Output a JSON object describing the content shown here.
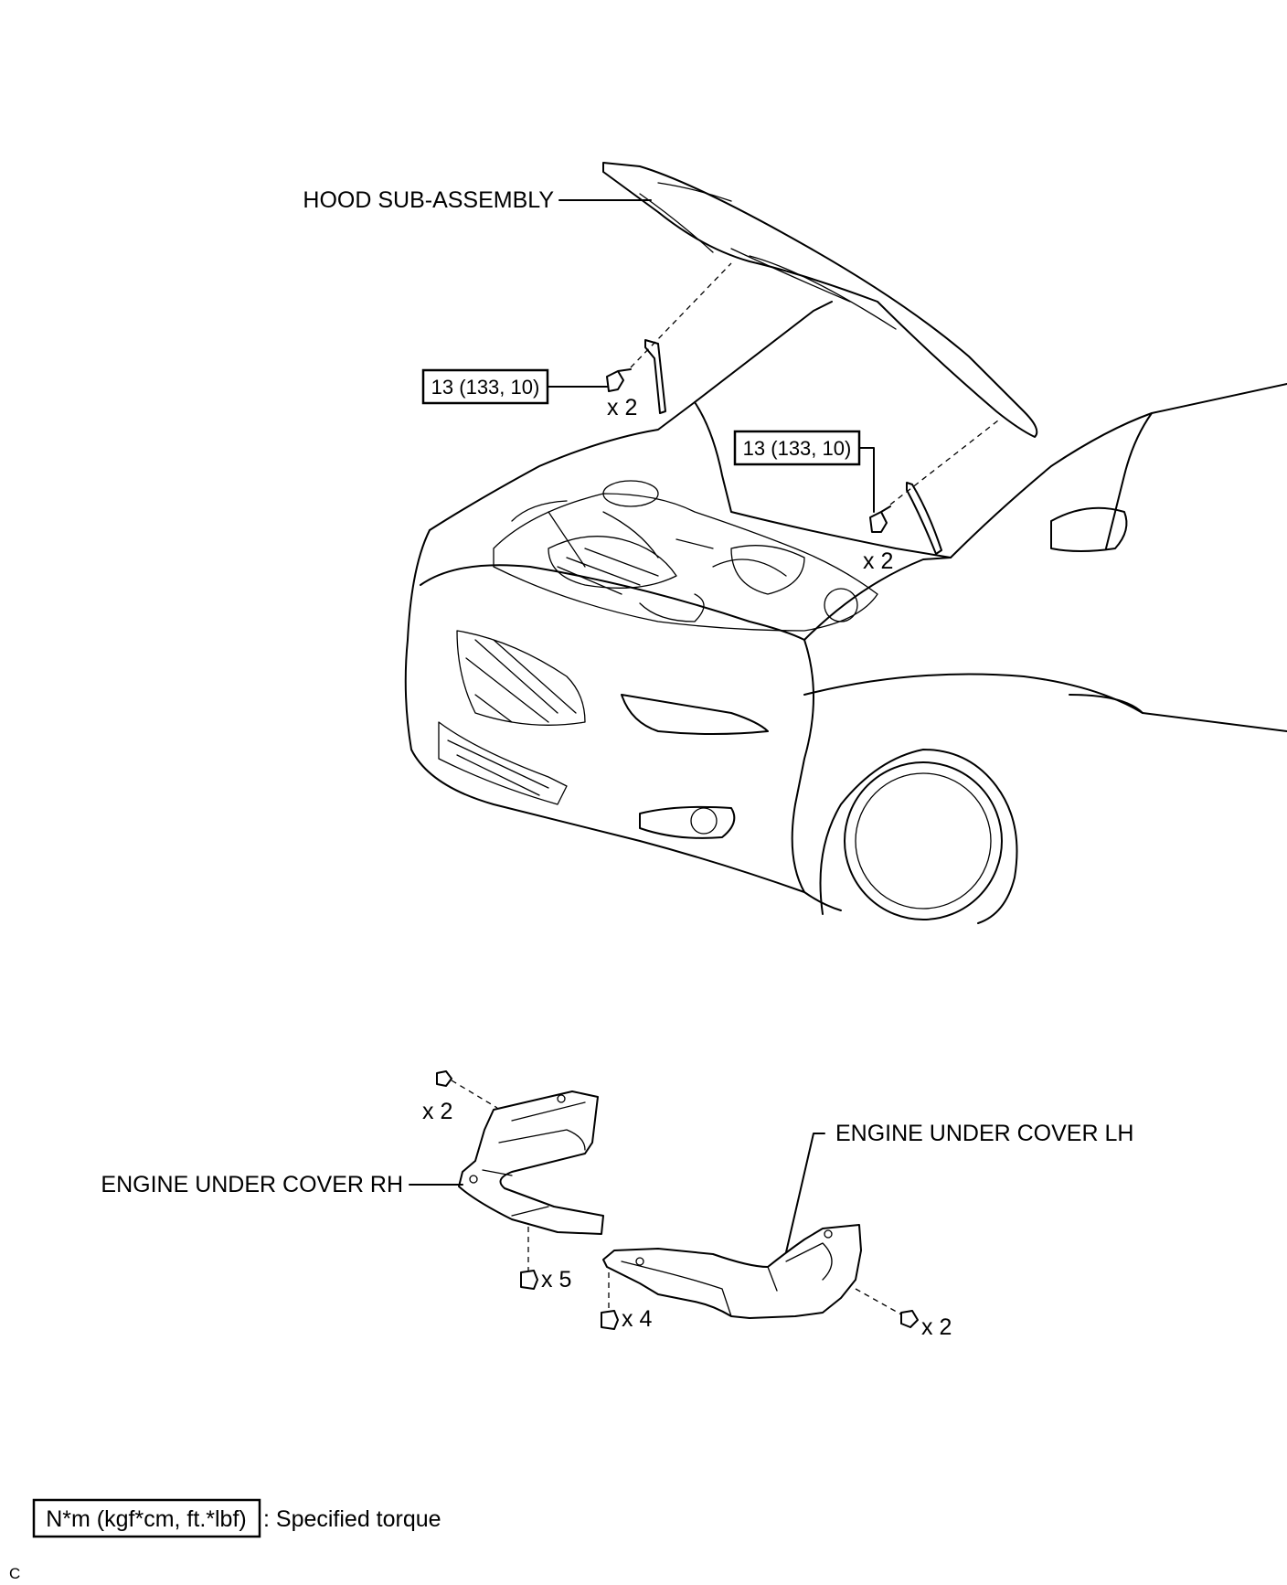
{
  "labels": {
    "hood": "HOOD SUB-ASSEMBLY",
    "under_cover_rh": "ENGINE UNDER COVER RH",
    "under_cover_lh": "ENGINE UNDER COVER LH"
  },
  "torque": {
    "hood_bolt_left": "13 (133, 10)",
    "hood_bolt_right": "13 (133, 10)"
  },
  "quantities": {
    "hood_bolt_left": "x 2",
    "hood_bolt_right": "x 2",
    "rh_cover_top": "x 2",
    "rh_cover_bottom": "x 5",
    "lh_cover_front": "x 4",
    "lh_cover_rear": "x 2"
  },
  "legend": {
    "unit_box": "N*m (kgf*cm, ft.*lbf)",
    "description": ": Specified torque"
  },
  "corner_mark": "C"
}
